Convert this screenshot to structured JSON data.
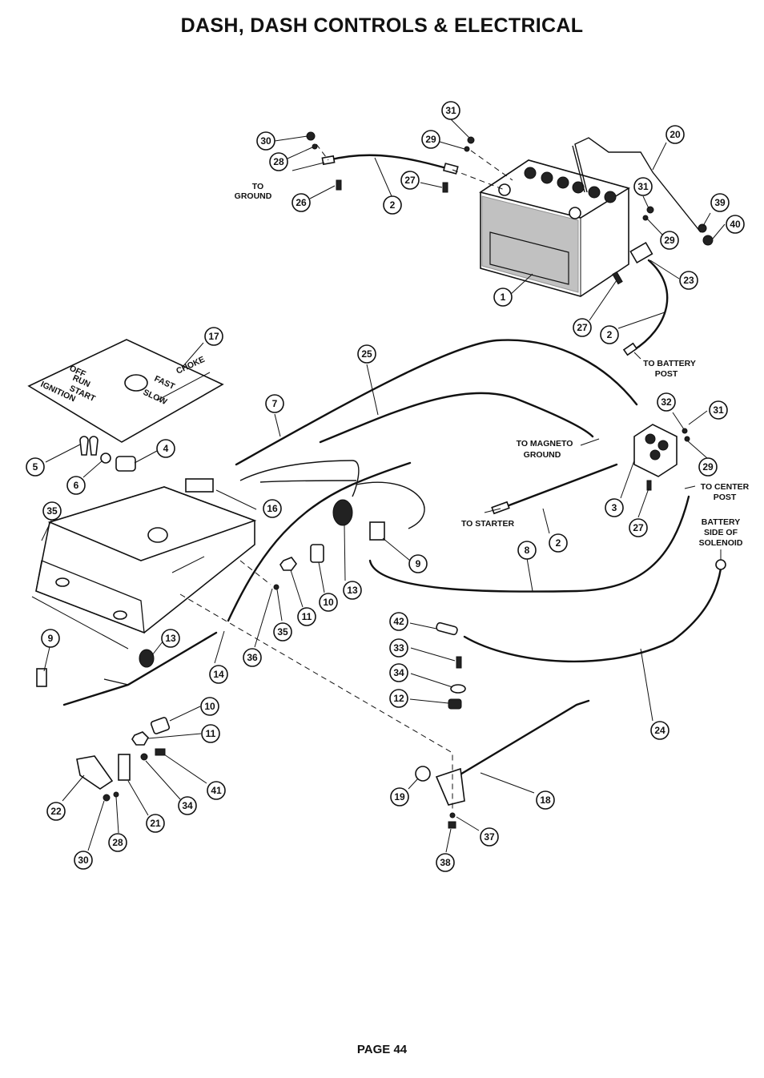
{
  "title": "DASH, DASH CONTROLS & ELECTRICAL",
  "footer": "PAGE 44",
  "notes": {
    "to_ground": [
      "TO",
      "GROUND"
    ],
    "to_battery_post": [
      "TO BATTERY",
      "POST"
    ],
    "to_magneto_ground": [
      "TO MAGNETO",
      "GROUND"
    ],
    "to_starter": "TO STARTER",
    "to_center_post": [
      "TO CENTER",
      "POST"
    ],
    "battery_side": [
      "BATTERY",
      "SIDE OF",
      "SOLENOID"
    ]
  },
  "panel_markings": {
    "choke": "CHOKE",
    "fast": "FAST",
    "slow": "SLOW",
    "off": "OFF",
    "run": "RUN",
    "start": "START",
    "ignition": "IGNITION"
  },
  "callouts": [
    "31",
    "30",
    "28",
    "29",
    "20",
    "27",
    "26",
    "2",
    "31",
    "39",
    "40",
    "29",
    "23",
    "1",
    "27",
    "2",
    "17",
    "25",
    "32",
    "31",
    "7",
    "29",
    "5",
    "4",
    "6",
    "3",
    "27",
    "35",
    "16",
    "9",
    "2",
    "8",
    "13",
    "10",
    "11",
    "35",
    "36",
    "9",
    "13",
    "14",
    "42",
    "33",
    "34",
    "12",
    "24",
    "10",
    "11",
    "41",
    "34",
    "22",
    "21",
    "30",
    "28",
    "19",
    "18",
    "37",
    "38"
  ]
}
